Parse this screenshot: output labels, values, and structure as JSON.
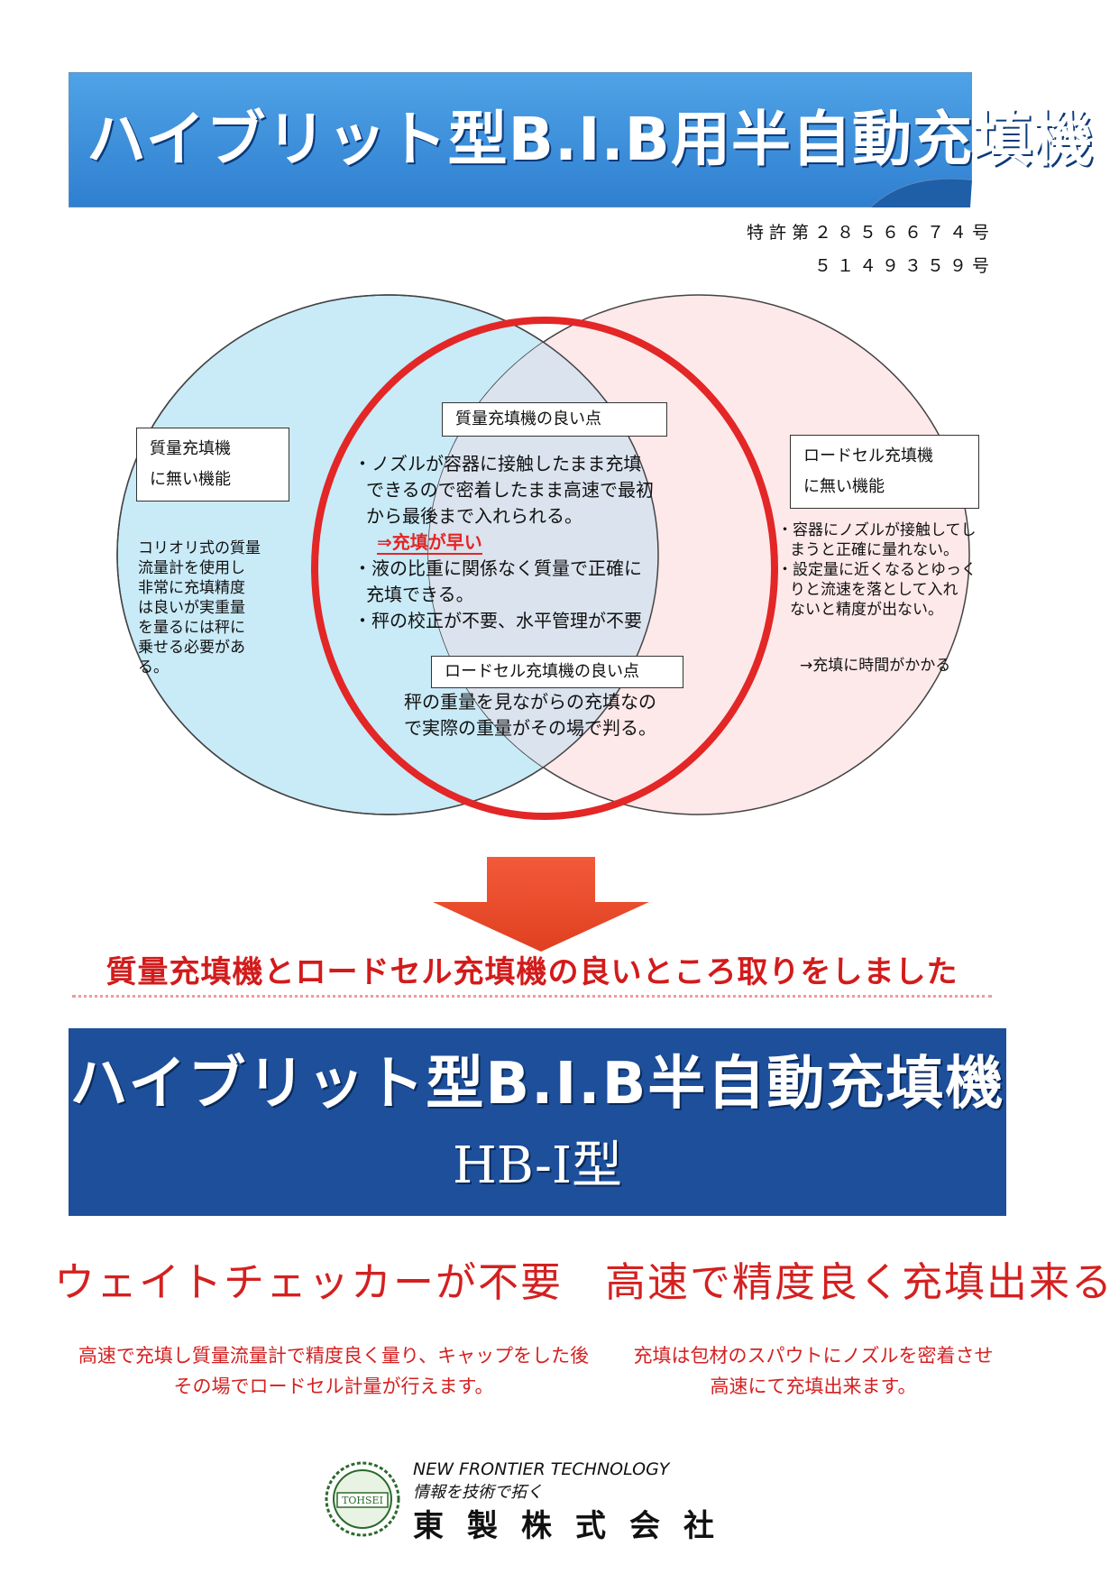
{
  "header": {
    "title": "ハイブリット型B.I.B用半自動充填機",
    "patent_line1": "特許第２８５６６７４号",
    "patent_line2": "５１４９３５９号"
  },
  "venn": {
    "left_box_line1": "質量充填機",
    "left_box_line2": "に無い機能",
    "left_text": [
      "コリオリ式の質量",
      "流量計を使用し",
      "非常に充填精度",
      "は良いが実重量",
      "を量るには秤に",
      "乗せる必要があ",
      "る。"
    ],
    "right_box_line1": "ロードセル充填機",
    "right_box_line2": "に無い機能",
    "right_text": [
      "・容器にノズルが接触してし",
      "まうと正確に量れない。",
      "・設定量に近くなるとゆっく",
      "りと流速を落として入れ",
      "ないと精度が出ない。"
    ],
    "right_note": "→充填に時間がかかる",
    "center_box1": "質量充填機の良い点",
    "center_text1": [
      "・ノズルが容器に接触したまま充填",
      "できるので密着したまま高速で最初",
      "から最後まで入れられる。"
    ],
    "center_highlight": "⇒充填が早い",
    "center_text2": [
      "・液の比重に関係なく質量で正確に",
      "充填できる。",
      "・秤の校正が不要、水平管理が不要"
    ],
    "center_box2": "ロードセル充填機の良い点",
    "center_text3": [
      "秤の重量を見ながらの充填なの",
      "で実際の重量がその場で判る。"
    ],
    "colors": {
      "left_fill": "#c9eaf7",
      "right_fill": "#fde8ea",
      "overlap_fill": "#dbe3ee",
      "ring": "#e32626"
    }
  },
  "tagline": "質量充填機とロードセル充填機の良いところ取りをしました",
  "product": {
    "name": "ハイブリット型B.I.B半自動充填機",
    "model": "HB-I型"
  },
  "headline": "ウェイトチェッカーが不要　高速で精度良く充填出来る",
  "description_left": [
    "高速で充填し質量流量計で精度良く量り、キャップをした後",
    "その場でロードセル計量が行えます。"
  ],
  "description_right": [
    "充填は包材のスパウトにノズルを密着させ",
    "高速にて充填出来ます。"
  ],
  "footer": {
    "logo_text": "TOHSEI",
    "tagline_en": "NEW FRONTIER TECHNOLOGY",
    "tagline_ja": "情報を技術で拓く",
    "company": "東製株式会社"
  }
}
